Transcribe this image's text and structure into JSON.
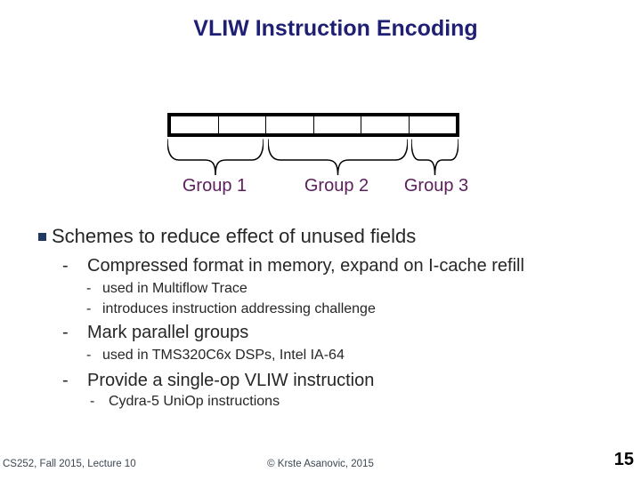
{
  "slide": {
    "title": "VLIW Instruction Encoding"
  },
  "diagram": {
    "cell_count": 6,
    "groups": [
      {
        "label": "Group 1",
        "cells_spanned": 2
      },
      {
        "label": "Group 2",
        "cells_spanned": 3
      },
      {
        "label": "Group 3",
        "cells_spanned": 1
      }
    ]
  },
  "glyphs": {
    "dash_bullet": "-",
    "square_bullet_icon": "square-bullet"
  },
  "outline": {
    "bullet": "Schemes to reduce effect of unused fields",
    "items": [
      {
        "text": "Compressed format in memory, expand on I-cache refill",
        "subitems": [
          "used in Multiflow Trace",
          "introduces instruction addressing challenge"
        ]
      },
      {
        "text": "Mark parallel groups",
        "subitems": [
          "used in TMS320C6x DSPs, Intel IA-64"
        ]
      },
      {
        "text": "Provide a single-op VLIW instruction",
        "subitems": [
          "Cydra-5 UniOp instructions"
        ]
      }
    ]
  },
  "footer": {
    "left": "CS252, Fall 2015, Lecture 10",
    "center": "© Krste Asanovic, 2015",
    "page": "15"
  },
  "colors": {
    "title": "#1F1F73",
    "group_label": "#5C1E5C",
    "body_text": "#262626",
    "bullet_square": "#1F3864",
    "footer_text": "#3A4650",
    "diagram_stroke": "#000000",
    "background": "#FFFFFF"
  }
}
